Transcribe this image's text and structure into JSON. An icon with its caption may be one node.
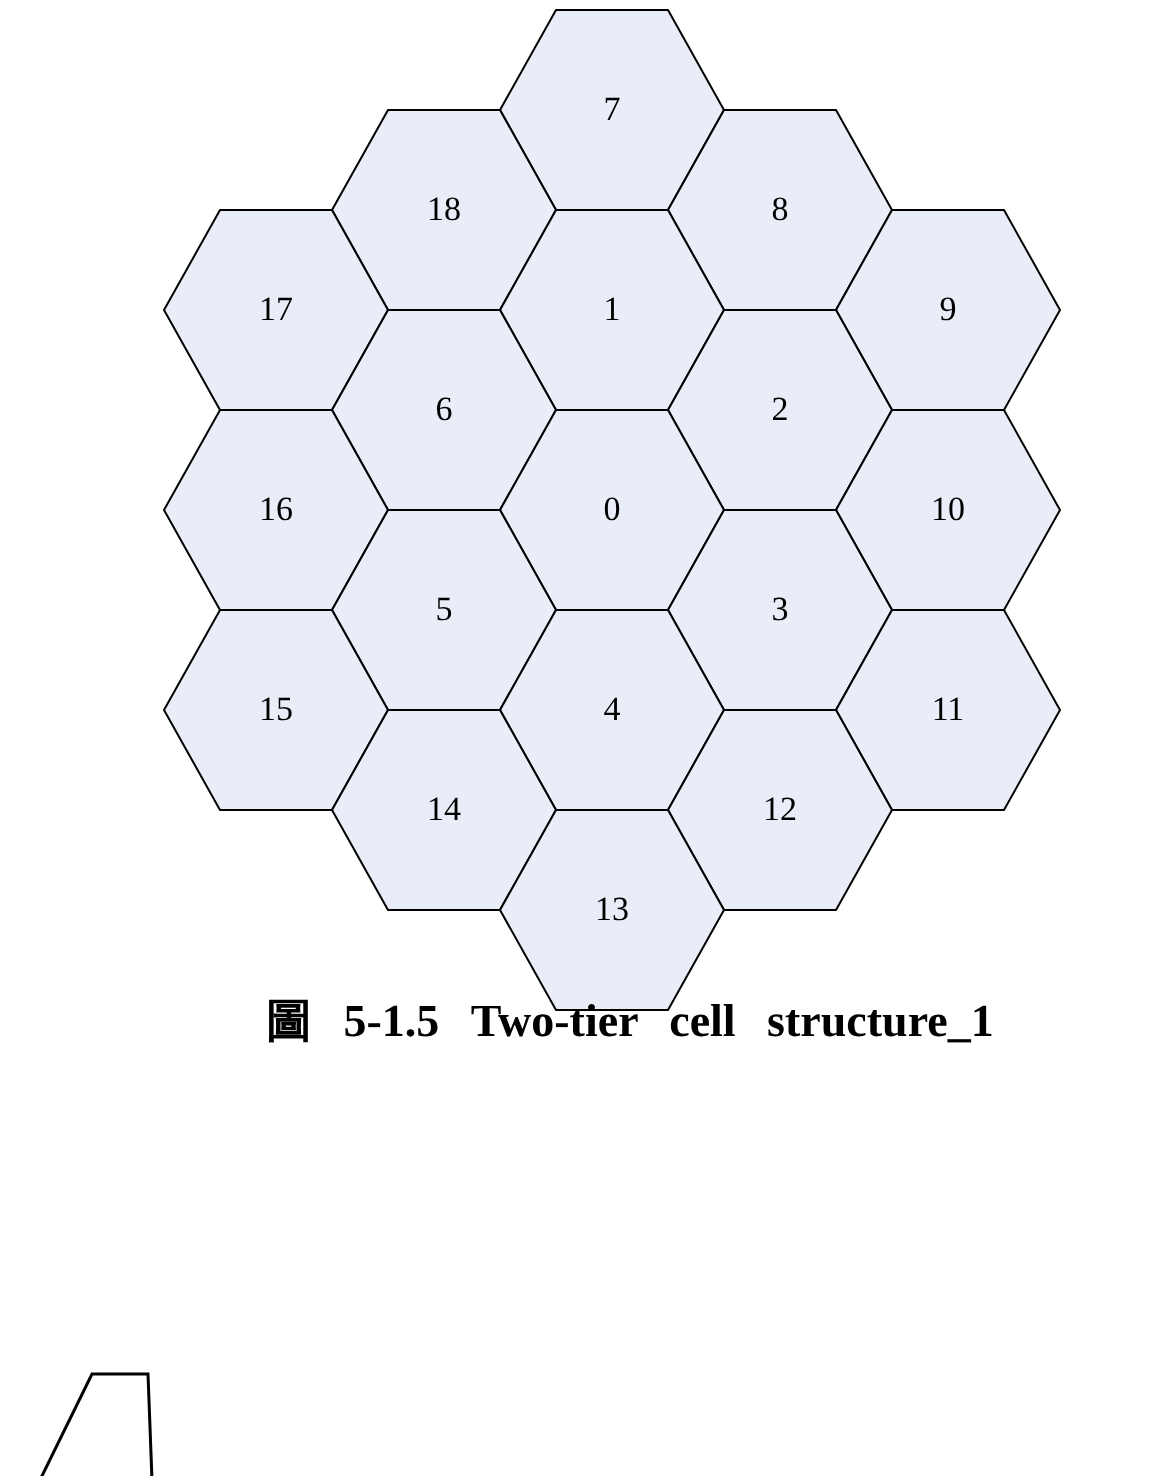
{
  "diagram": {
    "caption": "圖 5-1.5 Two-tier cell structure_1",
    "nodes": [
      {
        "text": [
          "7"
        ]
      },
      {
        "text": [
          "18"
        ]
      },
      {
        "text": [
          "8"
        ]
      },
      {
        "text": [
          "17"
        ]
      },
      {
        "text": [
          "1"
        ]
      },
      {
        "text": [
          "9"
        ]
      },
      {
        "text": [
          "6"
        ]
      },
      {
        "text": [
          "2"
        ]
      },
      {
        "text": [
          "16"
        ]
      },
      {
        "text": [
          "0"
        ]
      },
      {
        "text": [
          "10"
        ]
      },
      {
        "text": [
          "5"
        ]
      },
      {
        "text": [
          "3"
        ]
      },
      {
        "text": [
          "15"
        ]
      },
      {
        "text": [
          "4"
        ]
      },
      {
        "text": [
          "11"
        ]
      },
      {
        "text": [
          "14"
        ]
      },
      {
        "text": [
          "12"
        ]
      },
      {
        "text": [
          "13"
        ]
      }
    ]
  }
}
